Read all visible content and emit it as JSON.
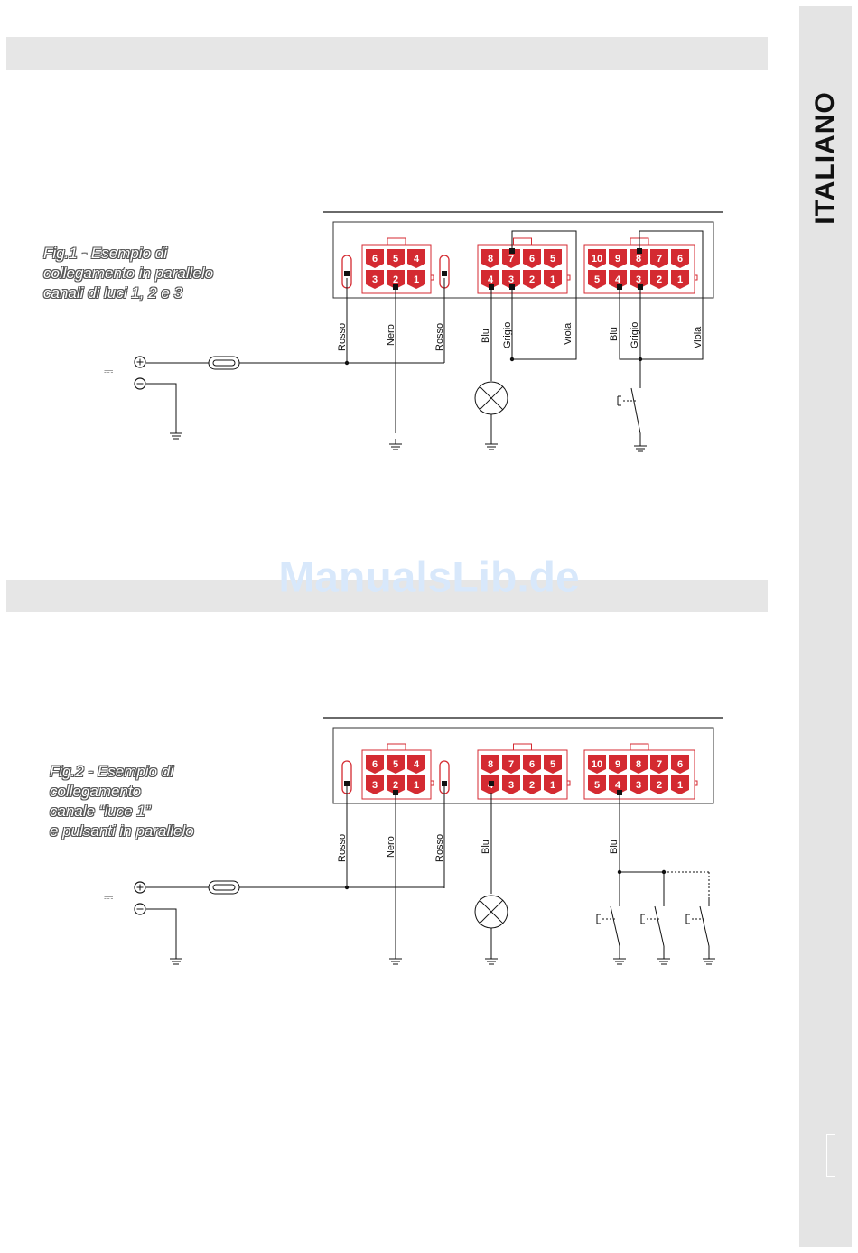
{
  "side_tab": {
    "label": "ITALIANO"
  },
  "watermark": "ManualsLib.de",
  "figure1": {
    "caption": "Fig.1 - Esempio di\ncollegamento in parallelo\ncanali di luci 1, 2 e 3",
    "connector_a": {
      "top": [
        "6",
        "5",
        "4"
      ],
      "bottom": [
        "3",
        "2",
        "1"
      ]
    },
    "connector_b": {
      "top": [
        "8",
        "7",
        "6",
        "5"
      ],
      "bottom": [
        "4",
        "3",
        "2",
        "1"
      ]
    },
    "connector_c": {
      "top": [
        "10",
        "9",
        "8",
        "7",
        "6"
      ],
      "bottom": [
        "5",
        "4",
        "3",
        "2",
        "1"
      ]
    },
    "wires": {
      "rosso_left": "Rosso",
      "nero": "Nero",
      "rosso_right": "Rosso",
      "b_blu": "Blu",
      "b_grigio": "Grigio",
      "b_viola": "Viola",
      "c_blu": "Blu",
      "c_grigio": "Grigio",
      "c_viola": "Viola"
    },
    "supply": {
      "dc_symbol": "⎓",
      "plus": "+",
      "minus": "−"
    }
  },
  "figure2": {
    "caption": "Fig.2 - Esempio di\ncollegamento\ncanale “luce 1”\ne pulsanti in parallelo",
    "connector_a": {
      "top": [
        "6",
        "5",
        "4"
      ],
      "bottom": [
        "3",
        "2",
        "1"
      ]
    },
    "connector_b": {
      "top": [
        "8",
        "7",
        "6",
        "5"
      ],
      "bottom": [
        "4",
        "3",
        "2",
        "1"
      ]
    },
    "connector_c": {
      "top": [
        "10",
        "9",
        "8",
        "7",
        "6"
      ],
      "bottom": [
        "5",
        "4",
        "3",
        "2",
        "1"
      ]
    },
    "wires": {
      "rosso_left": "Rosso",
      "nero": "Nero",
      "rosso_right": "Rosso",
      "b_blu": "Blu",
      "c_blu": "Blu"
    },
    "supply": {
      "dc_symbol": "⎓",
      "plus": "+",
      "minus": "−"
    }
  },
  "colors": {
    "pin_red": "#d42a31",
    "module_gray": "#c9c9c9",
    "band_gray": "#e6e6e6"
  }
}
